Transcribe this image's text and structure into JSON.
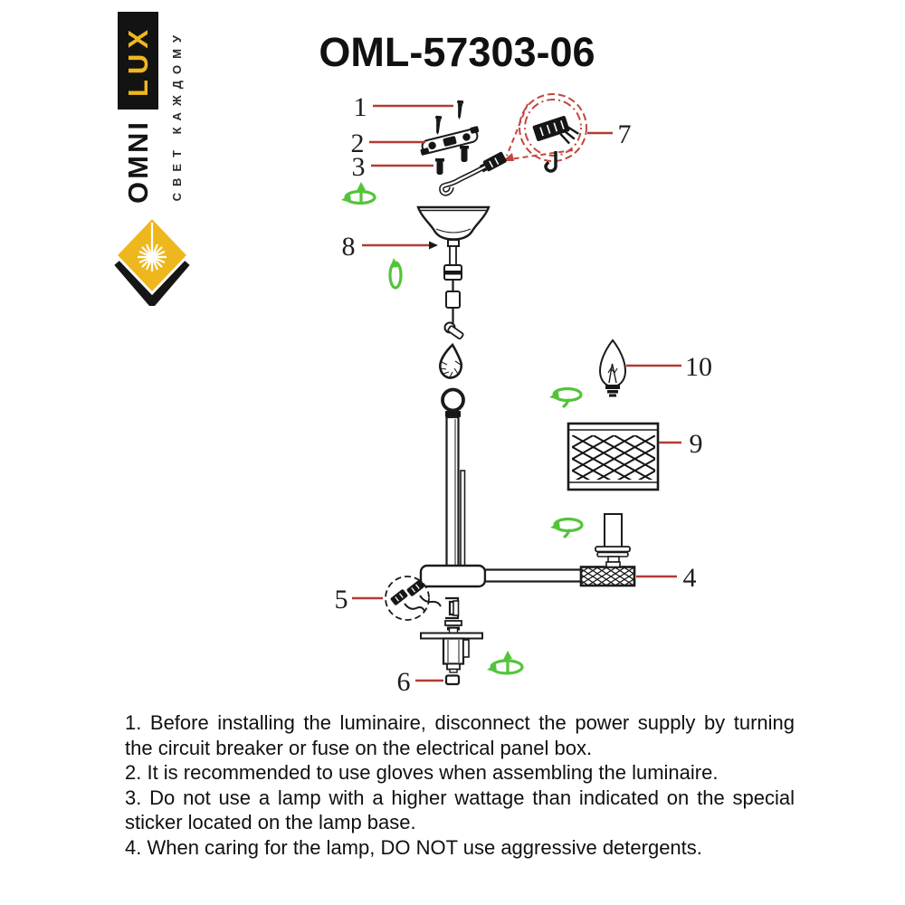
{
  "title": "OML-57303-06",
  "logo": {
    "brand_top": "LUX",
    "brand_bottom": "OMNI",
    "tagline": "СВЕТ КАЖДОМУ",
    "colors": {
      "gold": "#EFB71E",
      "black": "#131313"
    }
  },
  "diagram": {
    "colors": {
      "line": "#1b1b1b",
      "leader_red": "#b23b33",
      "callout_red": "#c2463e",
      "rotation_green": "#53c43a"
    },
    "labels": {
      "p1": "1",
      "p2": "2",
      "p3": "3",
      "p4": "4",
      "p5": "5",
      "p6": "6",
      "p7": "7",
      "p8": "8",
      "p9": "9",
      "p10": "10"
    }
  },
  "instructions": [
    "1. Before installing the luminaire, disconnect the power supply by turning the circuit breaker or fuse on the electrical panel box.",
    "2. It is recommended to use gloves when assembling the luminaire.",
    "3. Do not use a lamp with a higher wattage than indicated on the special sticker located on the lamp base.",
    "4. When caring for the lamp, DO NOT use aggressive detergents."
  ]
}
